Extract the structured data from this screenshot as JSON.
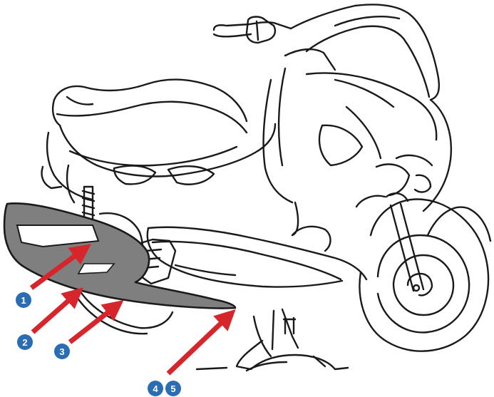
{
  "colors": {
    "background": "#ffffff",
    "outline": "#1a1a1a",
    "panel_highlight": "#7f7f7f",
    "arrow": "#d7262b",
    "callout_fill": "#2a6db3",
    "callout_text": "#ffffff"
  },
  "callouts": [
    {
      "label": "1"
    },
    {
      "label": "2"
    },
    {
      "label": "3"
    },
    {
      "label": "4"
    },
    {
      "label": "5"
    }
  ]
}
